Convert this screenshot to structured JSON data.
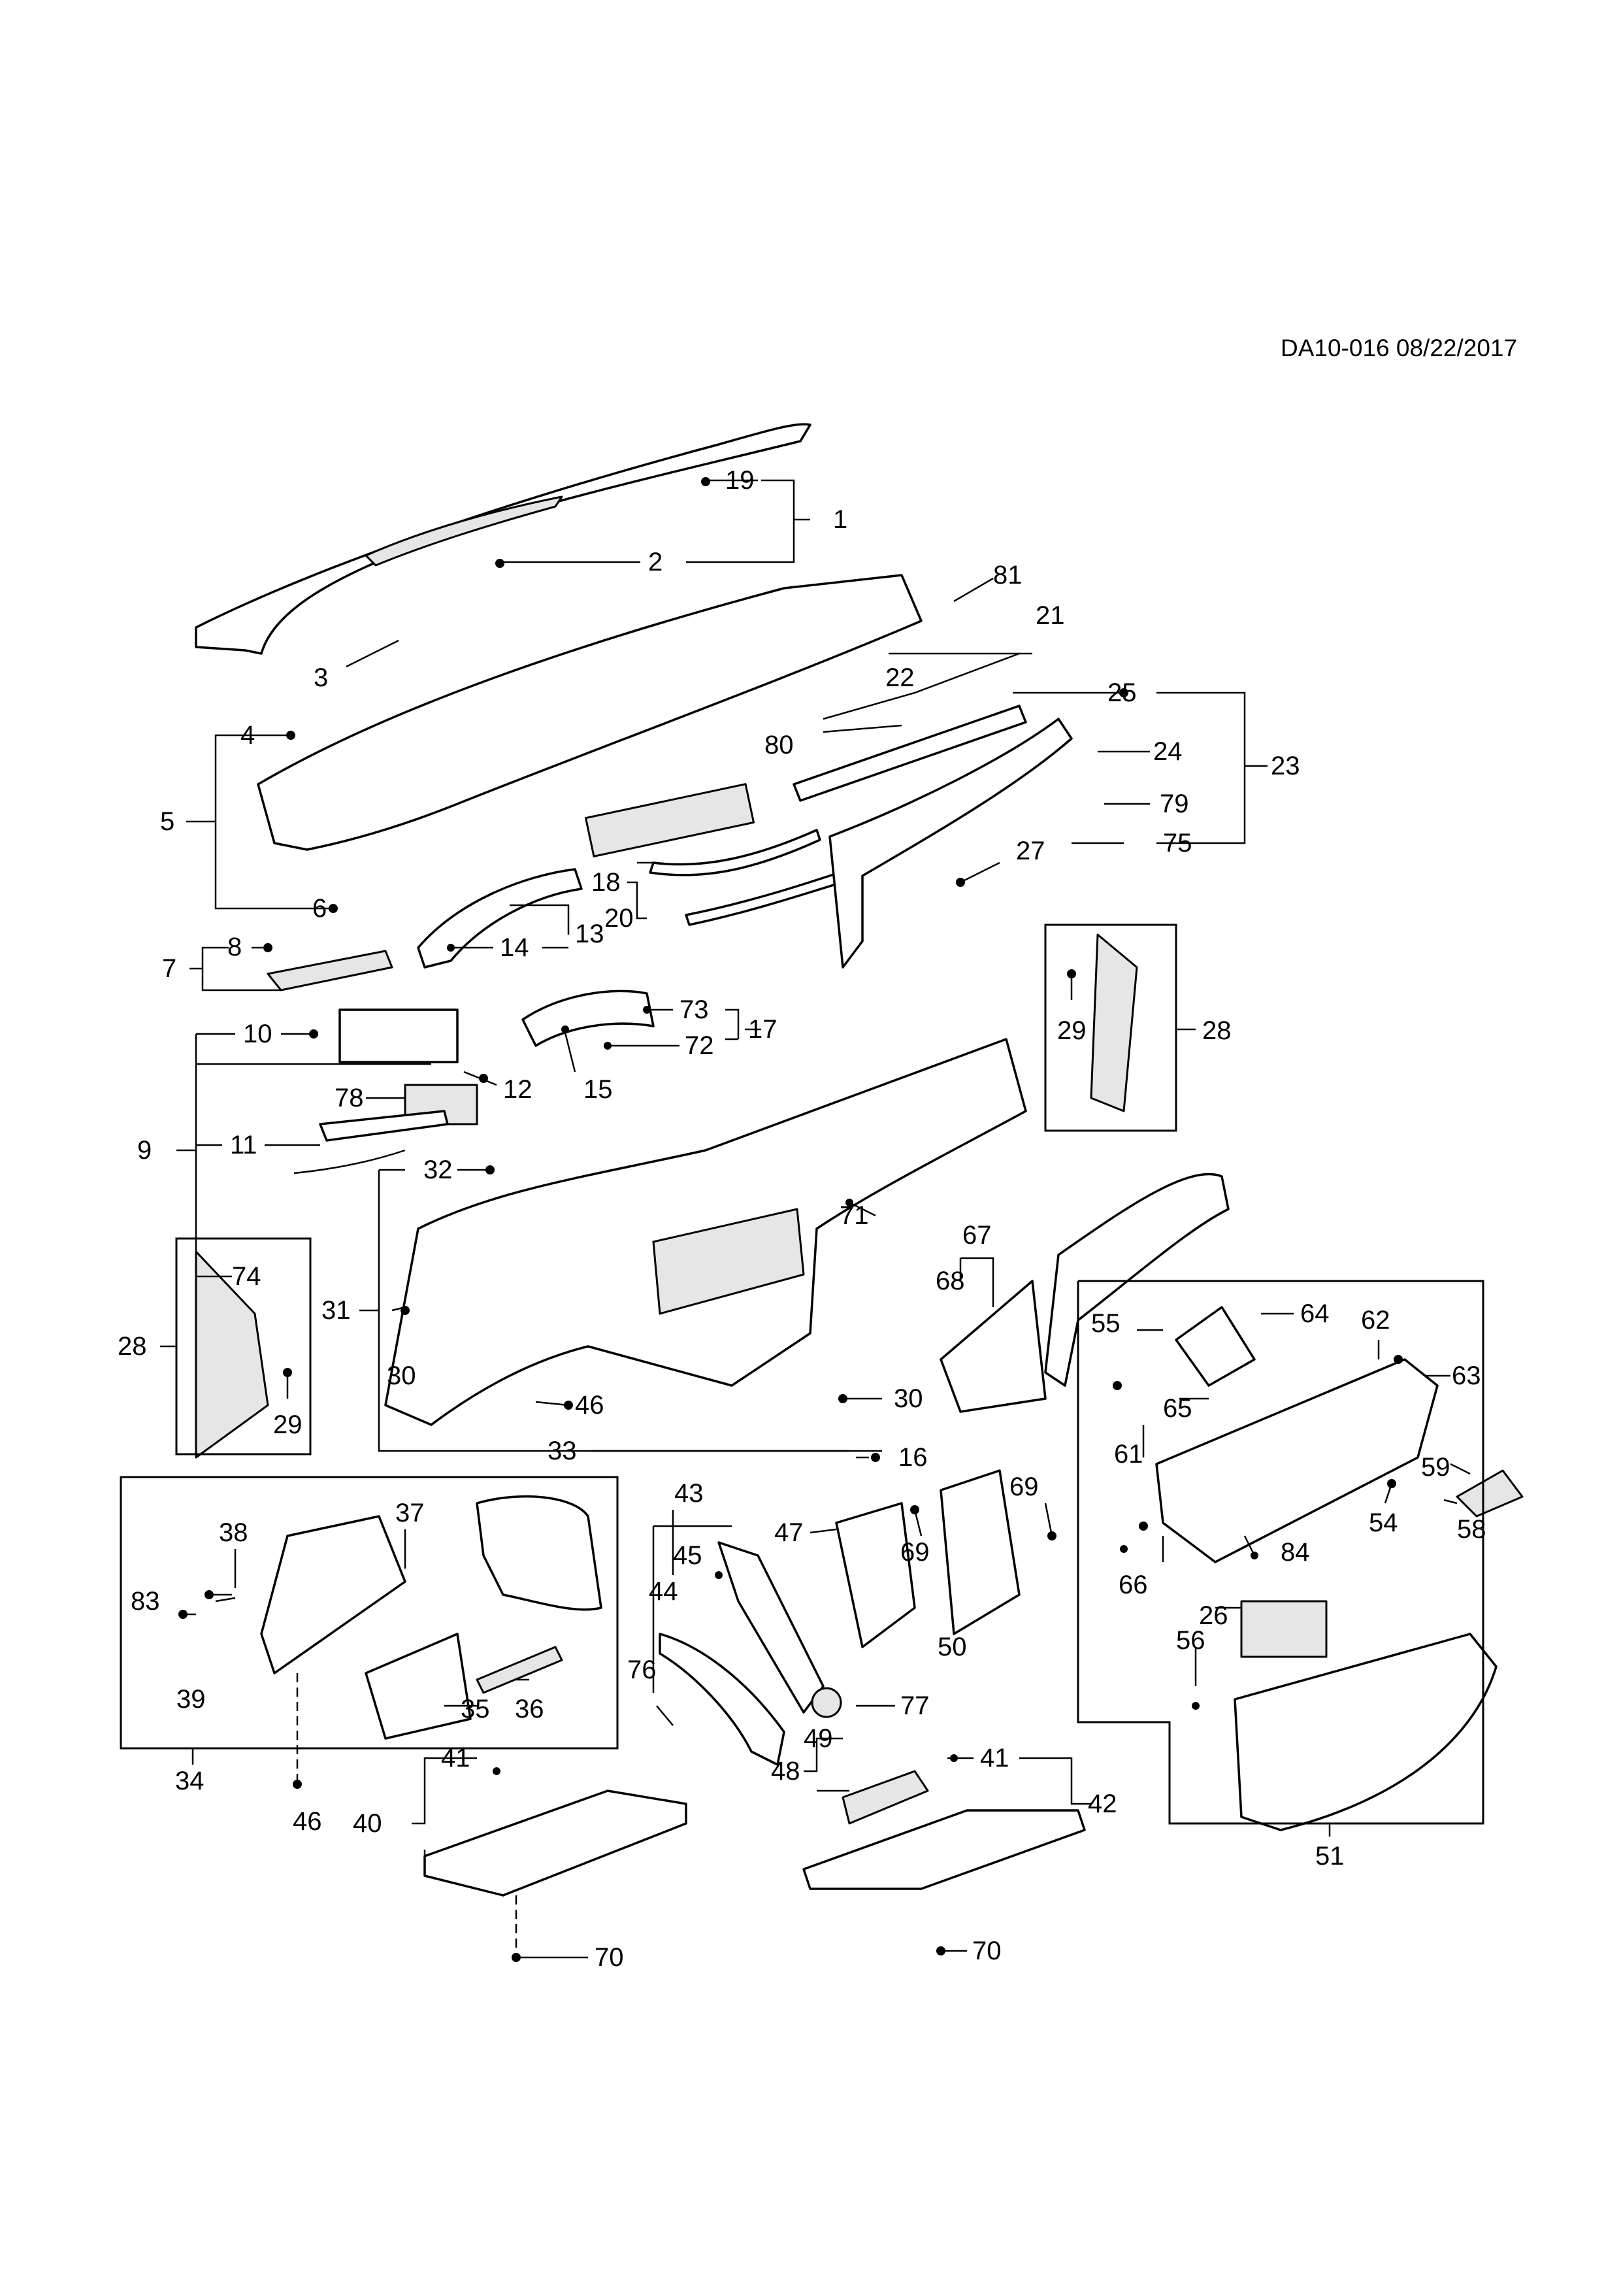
{
  "document": {
    "id": "DA10-016 08/22/2017"
  },
  "callouts": {
    "c1": "1",
    "c2": "2",
    "c3": "3",
    "c4": "4",
    "c5": "5",
    "c6": "6",
    "c7": "7",
    "c8": "8",
    "c9": "9",
    "c10": "10",
    "c11": "11",
    "c12": "12",
    "c13": "13",
    "c14": "14",
    "c15": "15",
    "c16": "16",
    "c17": "17",
    "c18": "18",
    "c19": "19",
    "c20": "20",
    "c21": "21",
    "c22": "22",
    "c23": "23",
    "c24": "24",
    "c25": "25",
    "c26": "26",
    "c27": "27",
    "c28": "28",
    "c29": "29",
    "c30": "30",
    "c31": "31",
    "c32": "32",
    "c33": "33",
    "c34": "34",
    "c35": "35",
    "c36": "36",
    "c37": "37",
    "c38": "38",
    "c39": "39",
    "c40": "40",
    "c41": "41",
    "c42": "42",
    "c43": "43",
    "c44": "44",
    "c45": "45",
    "c46": "46",
    "c47": "47",
    "c48": "48",
    "c49": "49",
    "c50": "50",
    "c51": "51",
    "c54": "54",
    "c55": "55",
    "c56": "56",
    "c58": "58",
    "c59": "59",
    "c61": "61",
    "c62": "62",
    "c63": "63",
    "c64": "64",
    "c65": "65",
    "c66": "66",
    "c67": "67",
    "c68": "68",
    "c69": "69",
    "c70": "70",
    "c71": "71",
    "c72": "72",
    "c73": "73",
    "c74": "74",
    "c75": "75",
    "c76": "76",
    "c77": "77",
    "c78": "78",
    "c79": "79",
    "c80": "80",
    "c81": "81",
    "c83": "83",
    "c84": "84"
  }
}
